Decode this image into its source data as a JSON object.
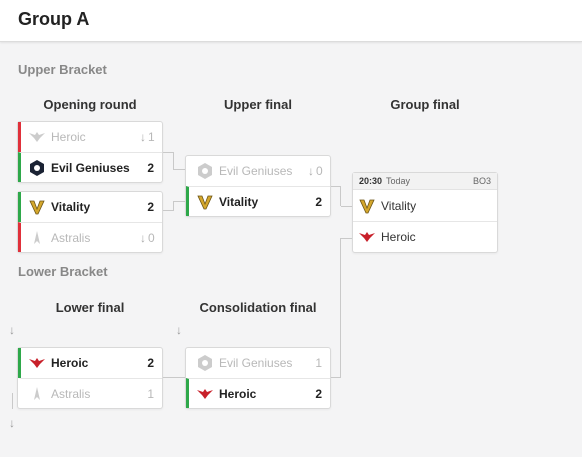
{
  "header": {
    "title": "Group A"
  },
  "sections": {
    "upper": "Upper Bracket",
    "lower": "Lower Bracket"
  },
  "rounds": {
    "opening": "Opening round",
    "upper_final": "Upper final",
    "group_final": "Group final",
    "lower_final": "Lower final",
    "consolidation": "Consolidation final"
  },
  "matches": {
    "opening1": {
      "team1": {
        "name": "Heroic",
        "score": "1"
      },
      "team2": {
        "name": "Evil Geniuses",
        "score": "2"
      }
    },
    "opening2": {
      "team1": {
        "name": "Vitality",
        "score": "2"
      },
      "team2": {
        "name": "Astralis",
        "score": "0"
      }
    },
    "upper_final": {
      "team1": {
        "name": "Evil Geniuses",
        "score": "0"
      },
      "team2": {
        "name": "Vitality",
        "score": "2"
      }
    },
    "group_final": {
      "time": "20:30",
      "day": "Today",
      "format": "BO3",
      "team1": {
        "name": "Vitality"
      },
      "team2": {
        "name": "Heroic"
      }
    },
    "lower_final": {
      "team1": {
        "name": "Heroic",
        "score": "2"
      },
      "team2": {
        "name": "Astralis",
        "score": "1"
      }
    },
    "consolidation": {
      "team1": {
        "name": "Evil Geniuses",
        "score": "1"
      },
      "team2": {
        "name": "Heroic",
        "score": "2"
      }
    }
  },
  "icons": {
    "down_arrow": "↓"
  },
  "colors": {
    "win": "#2ea84a",
    "lose": "#e0303a",
    "heroic": "#c8202a",
    "vitality_gold": "#d4a72c"
  }
}
